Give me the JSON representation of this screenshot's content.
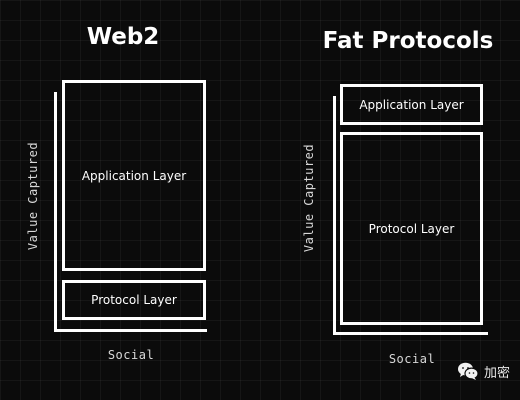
{
  "diagrams": [
    {
      "title": "Web2",
      "y_axis_label": "Value Captured",
      "x_axis_label": "Social",
      "layers": [
        {
          "label": "Application Layer"
        },
        {
          "label": "Protocol Layer"
        }
      ]
    },
    {
      "title": "Fat Protocols",
      "y_axis_label": "Value Captured",
      "x_axis_label": "Social",
      "layers": [
        {
          "label": "Application Layer"
        },
        {
          "label": "Protocol Layer"
        }
      ]
    }
  ],
  "watermark": {
    "text": "加密",
    "icon": "wechat-icon"
  },
  "colors": {
    "background": "#0b0b0b",
    "foreground": "#ffffff"
  }
}
